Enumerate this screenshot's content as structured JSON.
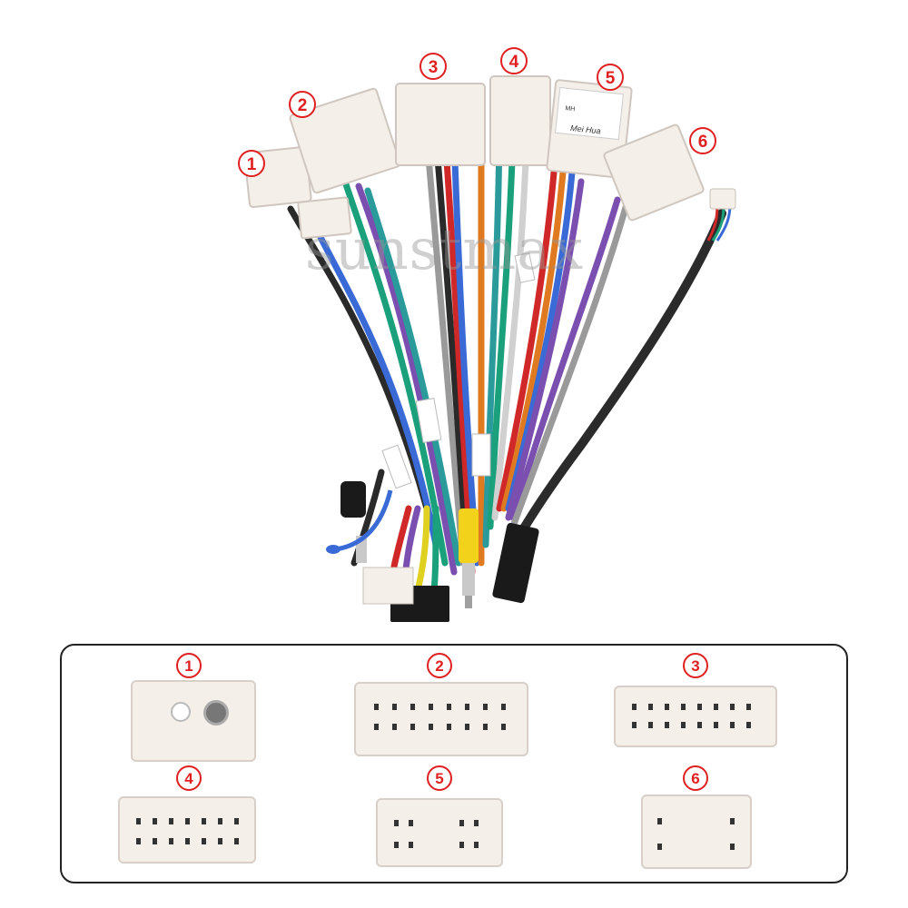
{
  "watermark": "sunstmax",
  "photo": {
    "label_texts": [
      "MH",
      "Mei Hua"
    ],
    "callouts": [
      "1",
      "2",
      "3",
      "4",
      "5",
      "6"
    ]
  },
  "panel": {
    "connectors": [
      {
        "id": "1"
      },
      {
        "id": "2"
      },
      {
        "id": "3"
      },
      {
        "id": "4"
      },
      {
        "id": "5"
      },
      {
        "id": "6"
      }
    ]
  },
  "colors": {
    "callout": "#e02020",
    "connector": "#f4efe9",
    "rca_yellow": "#f2d21b"
  }
}
